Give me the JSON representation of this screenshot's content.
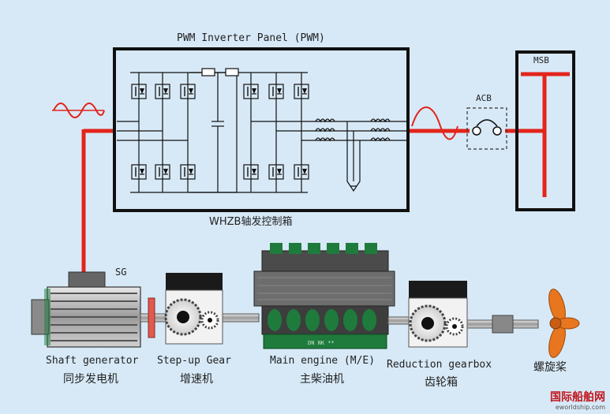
{
  "labels": {
    "inverter_panel": "PWM Inverter Panel (PWM)",
    "inverter_box_cn": "WHZB轴发控制箱",
    "msb": "MSB",
    "acb": "ACB",
    "sg": "SG",
    "shaft_generator_en": "Shaft generator",
    "shaft_generator_cn": "同步发电机",
    "stepup_gear_en": "Step-up Gear",
    "stepup_gear_cn": "增速机",
    "main_engine_en": "Main engine (M/E)",
    "main_engine_cn": "主柴油机",
    "reduction_gearbox_en": "Reduction gearbox",
    "reduction_gearbox_cn": "齿轮箱",
    "propeller_cn": "螺旋桨",
    "engine_plate": "DN  NK  **"
  },
  "watermark": {
    "name": "国际船舶网",
    "url": "eworldship.com"
  },
  "colors": {
    "power_line": "#e3241b",
    "panel_border": "#111111",
    "engine_green": "#1e7b3c",
    "propeller_orange": "#e8761e",
    "background": "#d7e9f7"
  }
}
